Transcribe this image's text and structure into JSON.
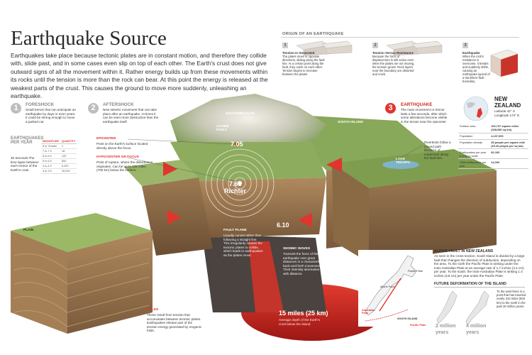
{
  "header": {
    "title": "Earthquake Source",
    "intro": "Earthquakes take place because tectonic plates are in constant motion, and therefore they collide with, slide past, and in some cases even slip on top of each other. The Earth's crust does not give outward signs of all the movement within it. Rather energy builds up from these movements within its rocks until the tension is more than the rock can bear. At this point the energy is released at the weakest parts of the crust. This causes the ground to move more suddenly, unleashing an earthquake."
  },
  "origin": {
    "heading": "ORIGIN OF AN EARTHQUAKE",
    "steps": [
      {
        "num": "1",
        "title": "Tension Is Generated",
        "text": "The plates move in opposite directions, sliding along the fault line. At a certain point along the fault, they catch on each other. Tension begins to increase between the plates."
      },
      {
        "num": "2",
        "title": "Tension Versus Resistance",
        "text": "Because the force of displacement is still active even when the plates are not moving, the tension grows. Rock layers near the boundary are distorted and crack."
      },
      {
        "num": "3",
        "title": "Earthquake",
        "text": "When the rock's resistance is overcome, it breaks and suddenly shifts, causing an earthquake typical of a transform-fault boundary."
      }
    ]
  },
  "phases": [
    {
      "num": "1",
      "title": "FORESHOCK",
      "text": "Small tremor that can anticipate an earthquake by days or even years. It could be strong enough to move a parked car."
    },
    {
      "num": "2",
      "title": "AFTERSHOCK",
      "text": "New seismic movement that can take place after an earthquake. At times it can be even more destructive than the earthquake itself."
    },
    {
      "num": "3",
      "title": "EARTHQUAKE",
      "text": "The main movement or tremor lasts a few seconds, after which some alterations become visible in the terrain near the epicenter."
    }
  ],
  "per_year": {
    "title": "EARTHQUAKES PER YEAR",
    "caption": "30 Seconds The time lapse between each tremor of the Earth's crust",
    "headers": [
      "MAGNITUDE",
      "QUANTITY"
    ],
    "rows": [
      [
        "8 or Greater",
        "1"
      ],
      [
        "7 to 7.9",
        "18"
      ],
      [
        "6 to 6.9",
        "120"
      ],
      [
        "5 to 5.9",
        "800"
      ],
      [
        "4 to 4.9",
        "6,200"
      ],
      [
        "3 to 3.9",
        "49,000"
      ]
    ]
  },
  "labels": {
    "epicenter_title": "EPICENTER",
    "epicenter_text": "Point on the Earth's surface located directly above the focus.",
    "hypocenter_title": "HYPOCENTER OR FOCUS",
    "hypocenter_text": "Point of rupture, where the disturbance originates. Can be up to 435 miles (700 km) below the surface.",
    "southern_alps": "SOUTHERN ALPS",
    "alpine_fault": "ALPINE FAULT",
    "south_island": "SOUTH ISLAND",
    "lake_tekapo": "LAKE TEKAPO",
    "plain": "PLAIN",
    "riverbeds": "Riverbeds follow a curved path because of movement along the fault line.",
    "fault_plane_title": "FAULT PLANE",
    "fault_plane_text": "Usually curves rather than following a straight line. This irregularity causes the tectonic plates to collide, which leads to earthquakes as the plates move.",
    "seismic_title": "SEISMIC WAVES",
    "seismic_text": "Transmit the force of the earthquake over great distances in a characteristic back-and-forth movement. Their intensity decreases with distance.",
    "folds_title": "FOLDS",
    "folds_text": "These result from tension that accumulates between tectonic plates. Earthquakes release part of the tension energy generated by orogenic folds.",
    "depth_value": "15 miles (25 km)",
    "depth_text": "Average depth of the Earth's crust below the island.",
    "mag_top": "7.05",
    "mag_main": "7.65",
    "mag_unit": "Richter",
    "mag_low": "6.10"
  },
  "nz": {
    "title": "NEW ZEALAND",
    "lat": "Latitude 42° S",
    "lon": "Longitude 174° E",
    "rows": [
      [
        "Surface area",
        "103,737 square miles (268,680 sq km)"
      ],
      [
        "Population",
        "4,137,000"
      ],
      [
        "Population density",
        "35 people per square mile (15.43 people per sq km)"
      ],
      [
        "Earthquakes per year (>4.0) on scale",
        "60-100"
      ],
      [
        "Total earthquakes per year",
        "14,000"
      ]
    ]
  },
  "alpine": {
    "title": "ALPINE FAULT IN NEW ZEALAND",
    "text": "As seen in the cross-section, South Island is divided by a large fault that changes the direction of subduction, depending on the area. To the north the Pacific Plate is sinking under the Indo-Australian Plate at an average rate of 1.7 inches (4.4 cm) per year. To the south, the Indo-Australian Plate is sinking 1.4 inches (3.8 cm) per year under the Pacific Plate.",
    "map_labels": [
      "Pacific Plate",
      "Alpine Fault",
      "Australian Plate",
      "SOUTH ISLAND",
      "Pacific Plate"
    ]
  },
  "future": {
    "title": "FUTURE DEFORMATION OF THE ISLAND",
    "items": [
      {
        "value": "2 million",
        "unit": "years"
      },
      {
        "value": "4 million",
        "unit": "years"
      }
    ],
    "note": "To the west there is a point that has traveled nearly 310 miles (500 km) to the north in the past 20 million years."
  },
  "colors": {
    "accent": "#e2342d",
    "grey": "#8c8c8c",
    "earth": "#8a6a45",
    "grass": "#7ea04c"
  }
}
